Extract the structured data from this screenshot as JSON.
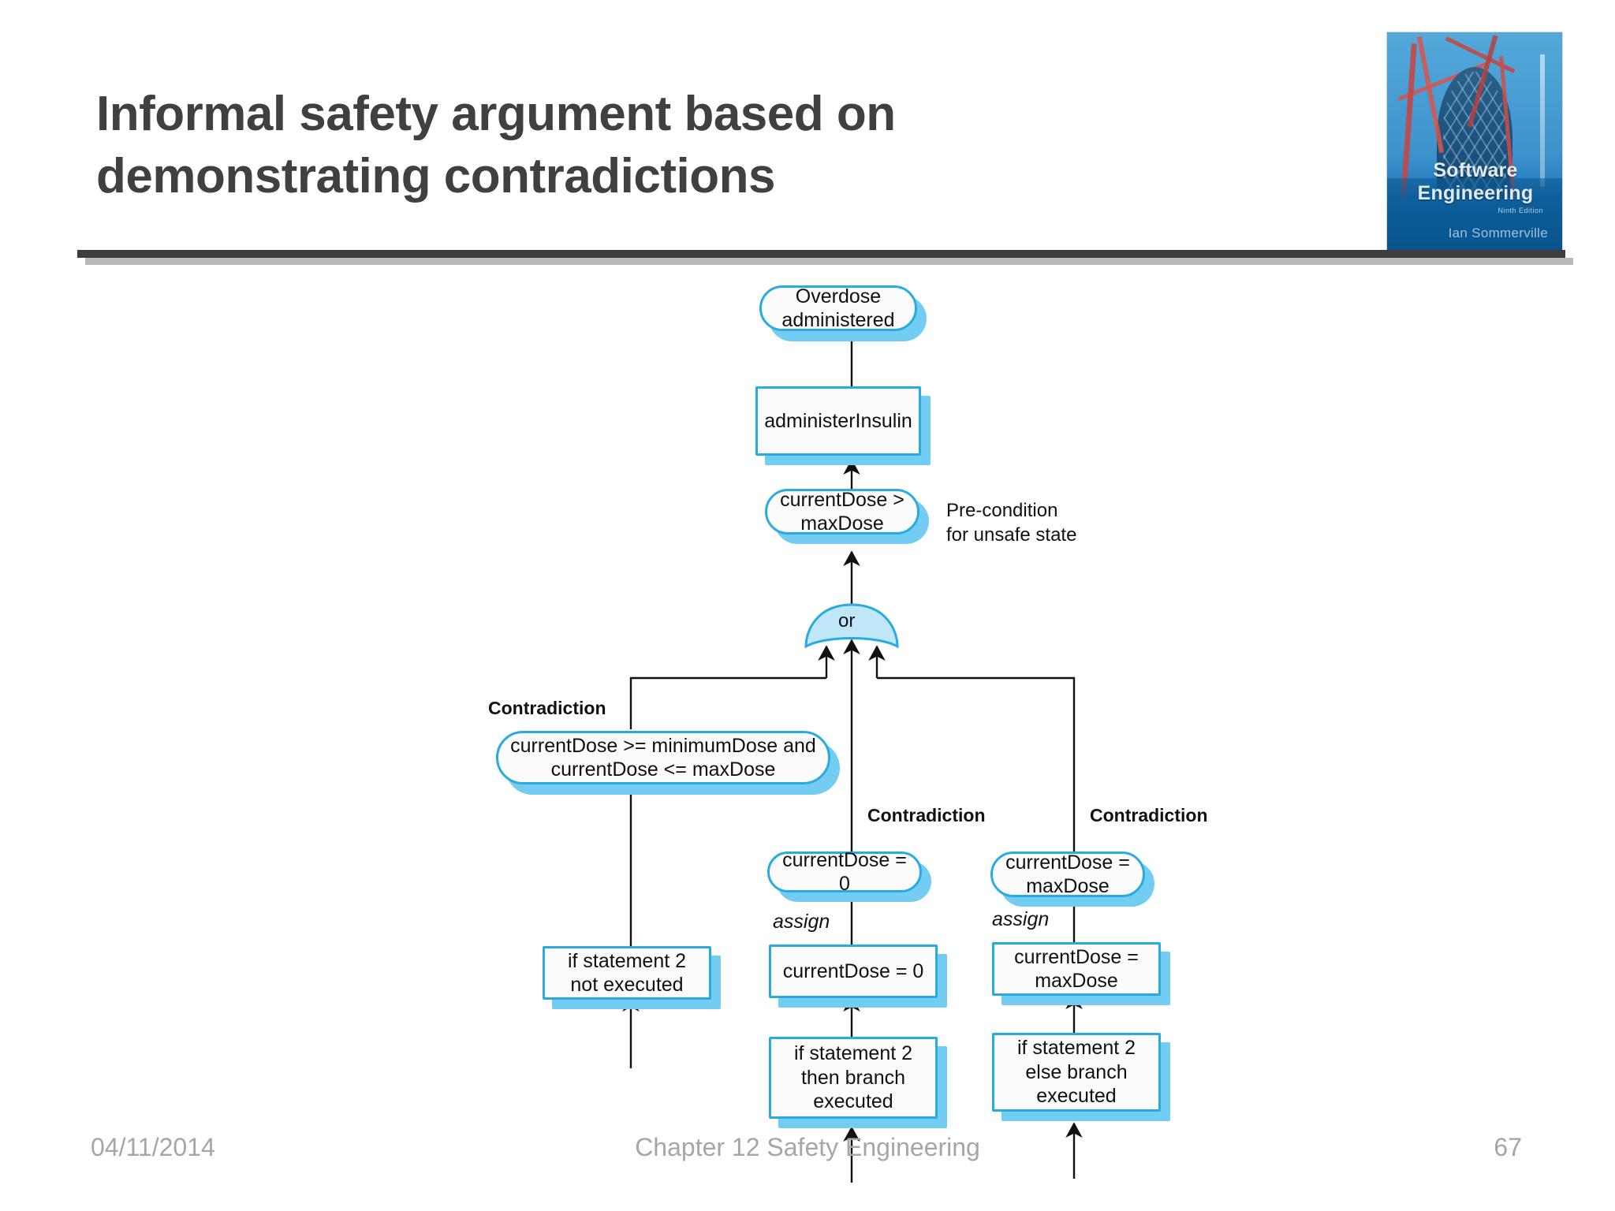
{
  "slide": {
    "title_line1": "Informal safety argument based on",
    "title_line2": "demonstrating contradictions",
    "accent_color": "#29abe2",
    "accent_shadow_color": "#73cdf2",
    "rule_color": "#3d3d3f",
    "title_color": "#3f4042",
    "footer_color": "#a6a6a6"
  },
  "logo": {
    "cover_title": "Software Engineering",
    "cover_edition": "Ninth Edition",
    "cover_author": "Ian Sommerville"
  },
  "diagram": {
    "type": "fault-tree",
    "nodes": {
      "overdose": "Overdose\nadministered",
      "administer_insulin": "administerInsulin",
      "precondition": "currentDose >\nmaxDose",
      "or_gate": "or",
      "range_condition": "currentDose >= minimumDose and\ncurrentDose <= maxDose",
      "dose_zero_state": "currentDose = 0",
      "dose_max_state": "currentDose =\nmaxDose",
      "if2_not_executed": "if statement 2\nnot executed",
      "assign_dose_zero": "currentDose = 0",
      "assign_dose_max": "currentDose =\nmaxDose",
      "if2_then_branch": "if statement 2\nthen branch\nexecuted",
      "if2_else_branch": "if statement 2\nelse branch\nexecuted"
    },
    "annotations": {
      "precondition_label": "Pre-condition\nfor unsafe state",
      "contradiction_left": "Contradiction",
      "contradiction_middle": "Contradiction",
      "contradiction_right": "Contradiction",
      "assign_middle": "assign",
      "assign_right": "assign"
    }
  },
  "footer": {
    "date": "04/11/2014",
    "center": "Chapter 12 Safety Engineering",
    "page": "67"
  }
}
